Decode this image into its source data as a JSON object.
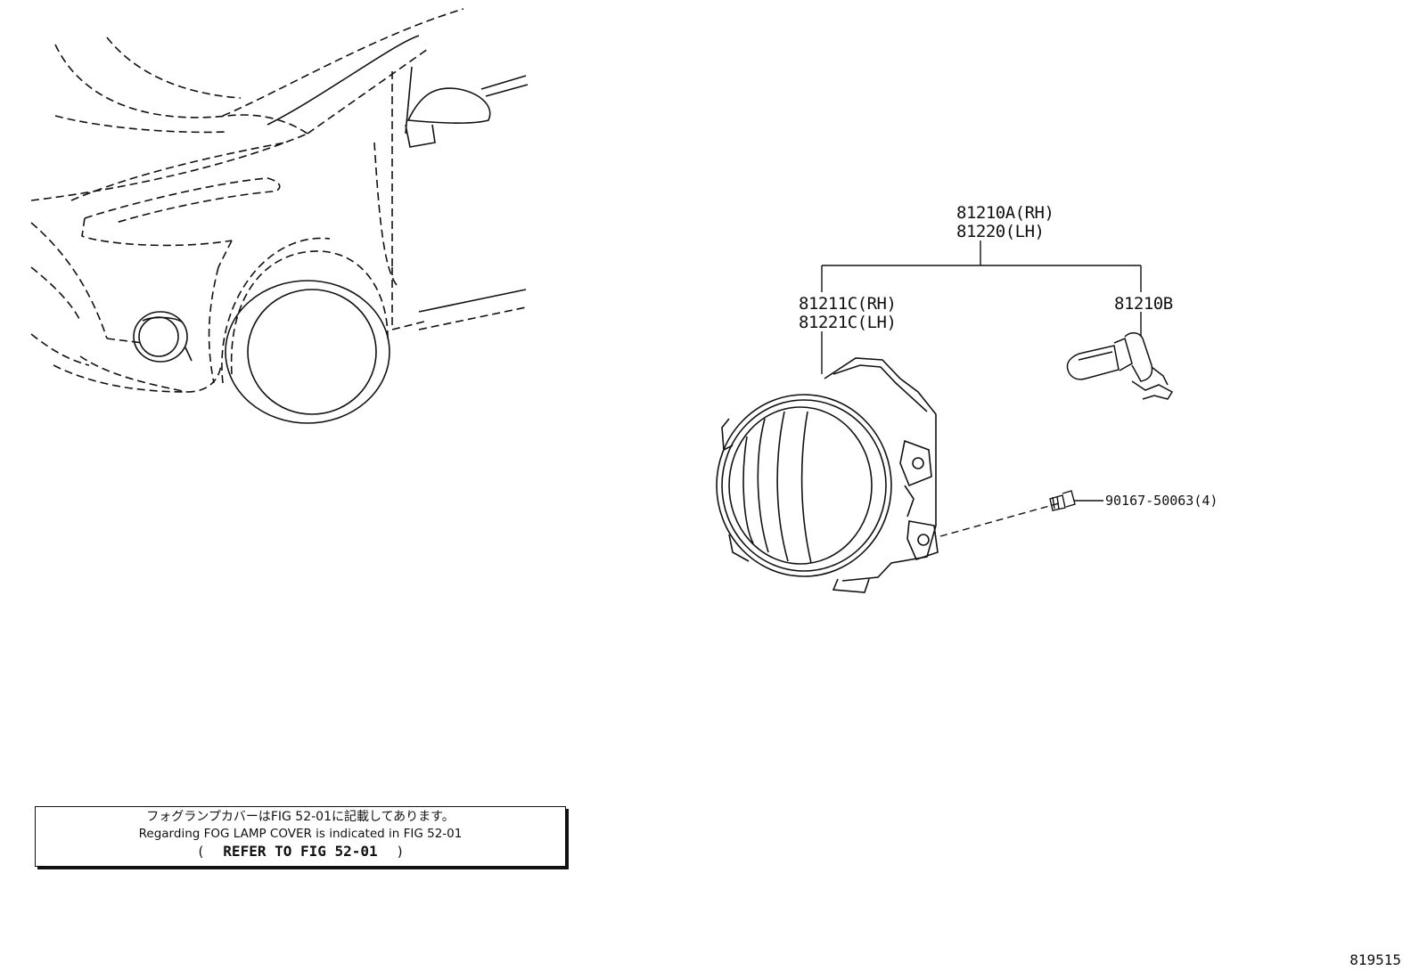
{
  "parts": {
    "assembly": {
      "rh": "81210A(RH)",
      "lh": "81220(LH)"
    },
    "housing": {
      "rh": "81211C(RH)",
      "lh": "81221C(LH)"
    },
    "bulb": "81210B",
    "screw": "90167-50063(4)"
  },
  "note": {
    "line_jp": "フォグランプカバーはFIG 52-01に記載してあります。",
    "line_en": "Regarding FOG LAMP COVER is indicated in FIG 52-01",
    "refer_open": "(",
    "refer": "REFER TO FIG 52-01",
    "refer_close": ")"
  },
  "figure_id": "819515"
}
